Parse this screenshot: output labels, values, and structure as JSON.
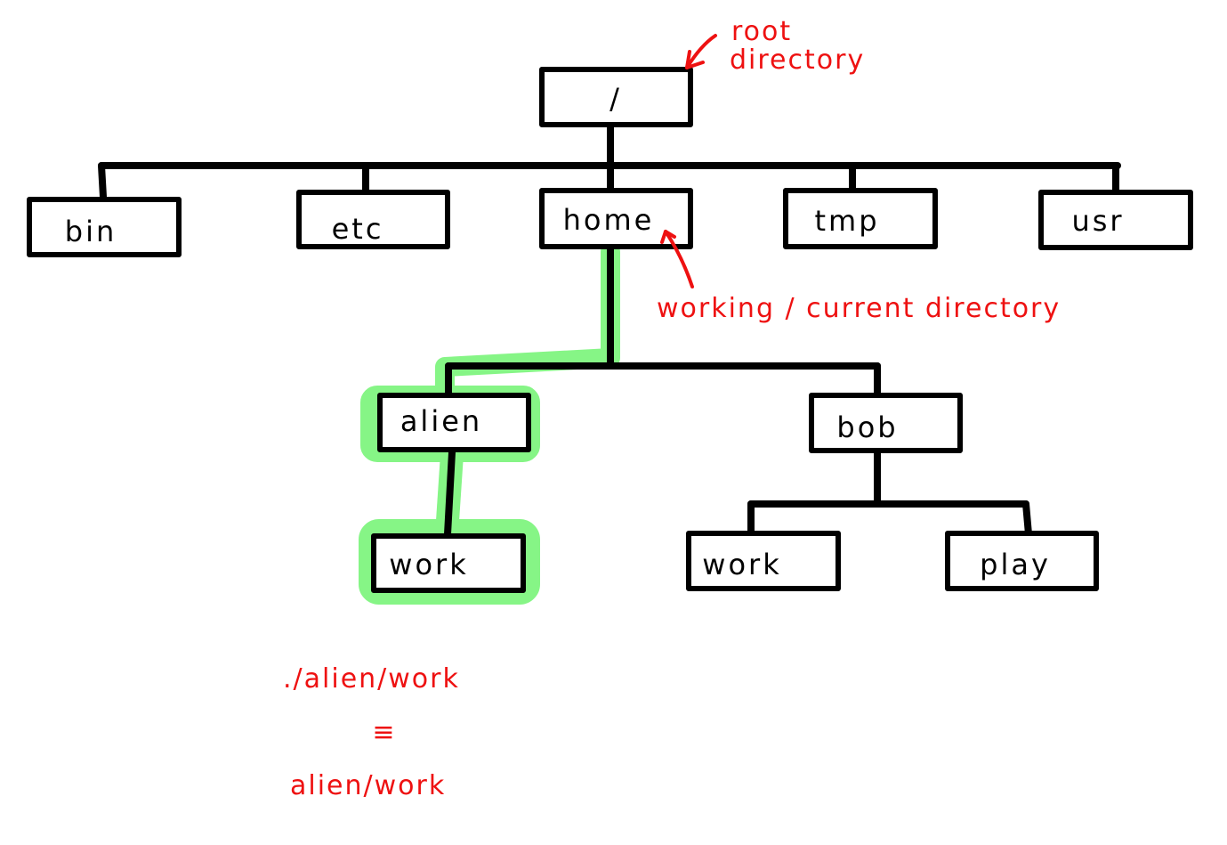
{
  "colors": {
    "ink": "#000000",
    "annotation": "#ee1111",
    "highlight": "#86f586"
  },
  "tree": {
    "root": "/",
    "top_level": [
      "bin",
      "etc",
      "home",
      "tmp",
      "usr"
    ],
    "home_children": [
      "alien",
      "bob"
    ],
    "alien_children": [
      "work"
    ],
    "bob_children": [
      "work",
      "play"
    ]
  },
  "annotations": {
    "root_note_line1": "root",
    "root_note_line2": "directory",
    "working_note": "working / current directory",
    "relative_path": "./alien/work",
    "equivalence_symbol": "≡",
    "short_path": "alien/work"
  }
}
